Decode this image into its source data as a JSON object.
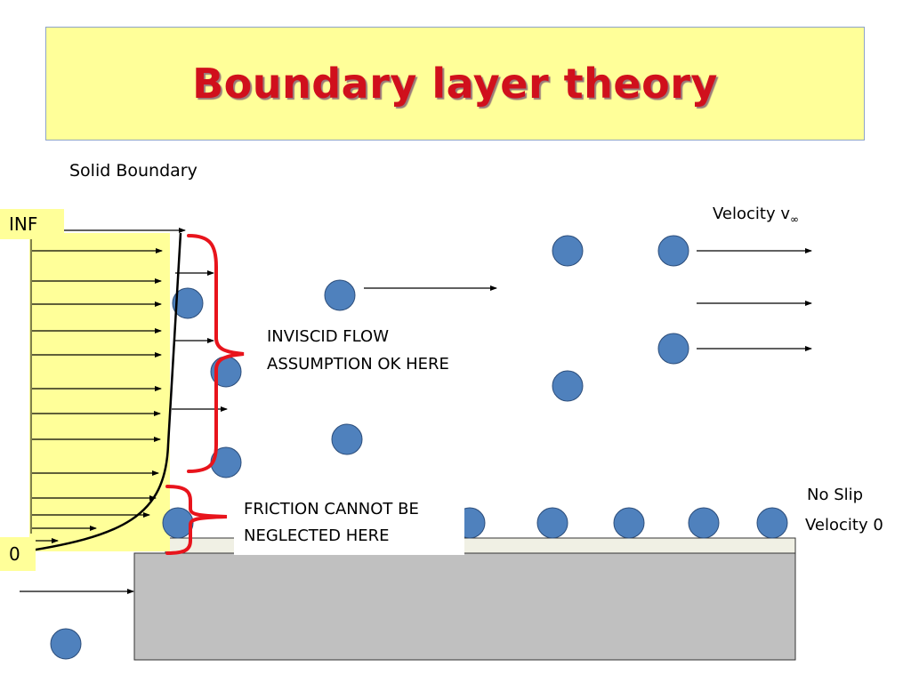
{
  "title": "Boundary layer theory",
  "labels": {
    "solid_boundary": "Solid Boundary",
    "velocity_prefix": "Velocity v",
    "velocity_sub": "∞",
    "inf": "INF",
    "zero": "0",
    "inviscid_line1": "INVISCID FLOW",
    "inviscid_line2": "ASSUMPTION OK HERE",
    "friction_line1": "FRICTION CANNOT BE",
    "friction_line2": "NEGLECTED HERE",
    "no_slip": "No Slip",
    "velocity_zero": "Velocity 0"
  },
  "colors": {
    "title_bg": "#ffff99",
    "title_text": "#d0101c",
    "particle": "#4f81bd",
    "brace": "#e8141c",
    "wall": "#c0c0c0",
    "wall_top": "#f0f0e4"
  }
}
